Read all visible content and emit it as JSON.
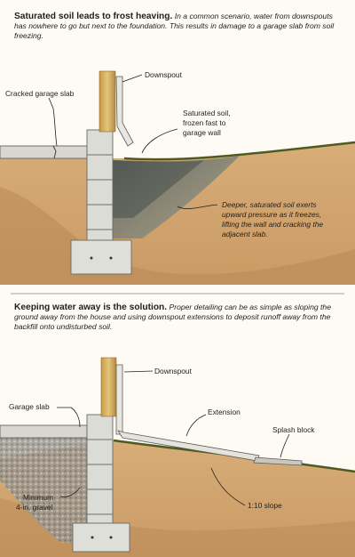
{
  "panel_top": {
    "heading": "Saturated soil leads to frost heaving.",
    "body": "In a common scenario, water from downspouts has nowhere to go but next to the foundation. This results in damage to a garage slab from soil freezing.",
    "labels": {
      "downspout": "Downspout",
      "cracked_slab": "Cracked garage slab",
      "saturated_1": "Saturated soil,",
      "saturated_2": "frozen fast to",
      "saturated_3": "garage wall",
      "deeper_1": "Deeper, saturated soil exerts",
      "deeper_2": "upward pressure as it freezes,",
      "deeper_3": "lifting the wall and cracking the",
      "deeper_4": "adjacent slab."
    }
  },
  "panel_bottom": {
    "heading": "Keeping water away is the solution.",
    "body": "Proper detailing can be as simple as sloping the ground away from the house and using downspout extensions to deposit runoff away from the backfill onto undisturbed soil.",
    "labels": {
      "downspout": "Downspout",
      "garage_slab": "Garage slab",
      "extension": "Extension",
      "splash_block": "Splash block",
      "gravel_1": "Minimum",
      "gravel_2": "4-in. gravel",
      "slope": "1:10 slope"
    }
  },
  "colors": {
    "soil": "#cfa36f",
    "soil_dark": "#a57748",
    "water": "#6f7f80",
    "block": "#dcdcd6",
    "block_line": "#6a6a64",
    "wood": "#d9b86c",
    "grass": "#5b6a2c",
    "gravel": "#8c8a83",
    "page": "#fdfbf3"
  }
}
